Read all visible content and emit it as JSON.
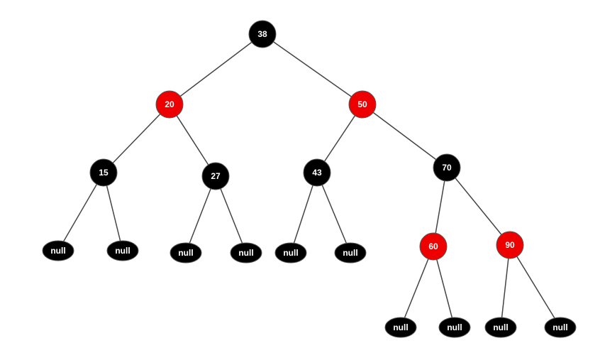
{
  "colors": {
    "red": "#ee0000",
    "black": "#000000",
    "edge": "#444444",
    "text": "#ffffff"
  },
  "tree": {
    "nodes": [
      {
        "id": "n38",
        "label": "38",
        "color": "black",
        "kind": "value"
      },
      {
        "id": "n20",
        "label": "20",
        "color": "red",
        "kind": "value"
      },
      {
        "id": "n50",
        "label": "50",
        "color": "red",
        "kind": "value"
      },
      {
        "id": "n15",
        "label": "15",
        "color": "black",
        "kind": "value"
      },
      {
        "id": "n27",
        "label": "27",
        "color": "black",
        "kind": "value"
      },
      {
        "id": "n43",
        "label": "43",
        "color": "black",
        "kind": "value"
      },
      {
        "id": "n70",
        "label": "70",
        "color": "black",
        "kind": "value"
      },
      {
        "id": "n60",
        "label": "60",
        "color": "red",
        "kind": "value"
      },
      {
        "id": "n90",
        "label": "90",
        "color": "red",
        "kind": "value"
      },
      {
        "id": "null15l",
        "label": "null",
        "color": "black",
        "kind": "null"
      },
      {
        "id": "null15r",
        "label": "null",
        "color": "black",
        "kind": "null"
      },
      {
        "id": "null27l",
        "label": "null",
        "color": "black",
        "kind": "null"
      },
      {
        "id": "null27r",
        "label": "null",
        "color": "black",
        "kind": "null"
      },
      {
        "id": "null43l",
        "label": "null",
        "color": "black",
        "kind": "null"
      },
      {
        "id": "null43r",
        "label": "null",
        "color": "black",
        "kind": "null"
      },
      {
        "id": "null60l",
        "label": "null",
        "color": "black",
        "kind": "null"
      },
      {
        "id": "null60r",
        "label": "null",
        "color": "black",
        "kind": "null"
      },
      {
        "id": "null90l",
        "label": "null",
        "color": "black",
        "kind": "null"
      },
      {
        "id": "null90r",
        "label": "null",
        "color": "black",
        "kind": "null"
      }
    ],
    "edges": [
      [
        "n38",
        "n20"
      ],
      [
        "n38",
        "n50"
      ],
      [
        "n20",
        "n15"
      ],
      [
        "n20",
        "n27"
      ],
      [
        "n50",
        "n43"
      ],
      [
        "n50",
        "n70"
      ],
      [
        "n15",
        "null15l"
      ],
      [
        "n15",
        "null15r"
      ],
      [
        "n27",
        "null27l"
      ],
      [
        "n27",
        "null27r"
      ],
      [
        "n43",
        "null43l"
      ],
      [
        "n43",
        "null43r"
      ],
      [
        "n70",
        "n60"
      ],
      [
        "n70",
        "n90"
      ],
      [
        "n60",
        "null60l"
      ],
      [
        "n60",
        "null60r"
      ],
      [
        "n90",
        "null90l"
      ],
      [
        "n90",
        "null90r"
      ]
    ]
  }
}
